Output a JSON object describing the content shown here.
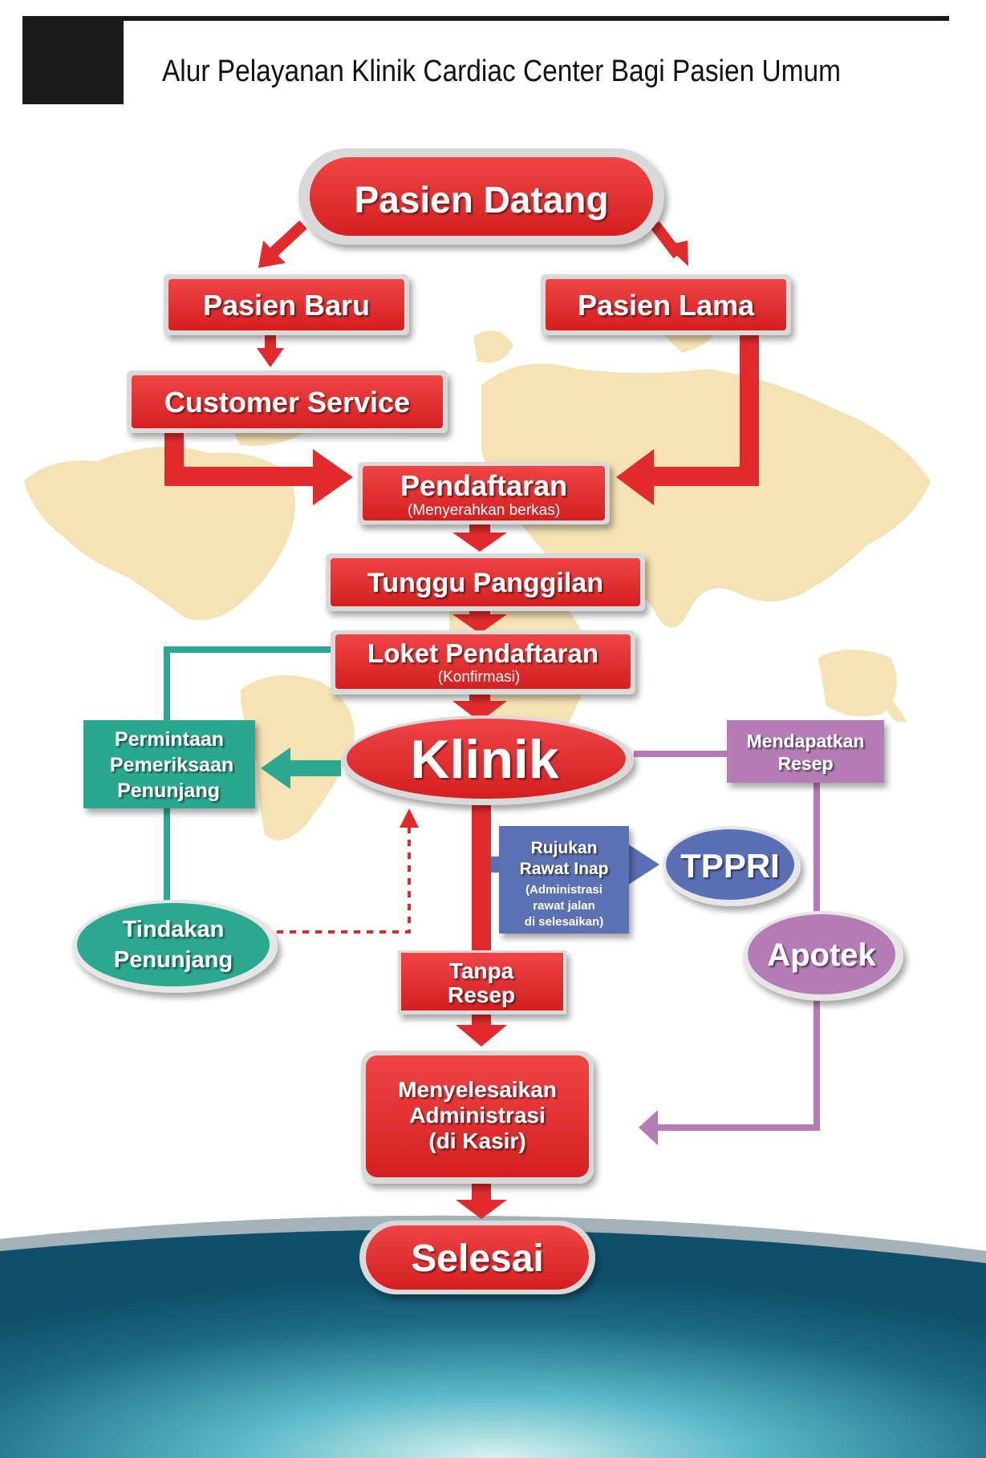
{
  "header": {
    "title": "Alur Pelayanan Klinik Cardiac Center Bagi Pasien Umum"
  },
  "nodes": {
    "pasien_datang": "Pasien Datang",
    "pasien_baru": "Pasien Baru",
    "pasien_lama": "Pasien Lama",
    "customer_service": "Customer Service",
    "pendaftaran": "Pendaftaran",
    "pendaftaran_sub": "(Menyerahkan berkas)",
    "tunggu_panggilan": "Tunggu Panggilan",
    "loket_pendaftaran": "Loket Pendaftaran",
    "loket_sub": "(Konfirmasi)",
    "klinik": "Klinik",
    "permintaan": [
      "Permintaan",
      "Pemeriksaan",
      "Penunjang"
    ],
    "tindakan": [
      "Tindakan",
      "Penunjang"
    ],
    "mendapatkan_resep": [
      "Mendapatkan",
      "Resep"
    ],
    "rujukan": [
      "Rujukan",
      "Rawat Inap"
    ],
    "rujukan_sub": [
      "(Administrasi",
      "rawat jalan",
      "di selesaikan)"
    ],
    "tppri": "TPPRI",
    "apotek": "Apotek",
    "tanpa_resep": [
      "Tanpa",
      "Resep"
    ],
    "menyelesaikan": [
      "Menyelesaikan",
      "Administrasi",
      "(di Kasir)"
    ],
    "selesai": "Selesai"
  },
  "colors": {
    "red": "#e12a2b",
    "teal": "#2ba88f",
    "purple": "#b57bb5",
    "blue": "#5b6fb4",
    "map": "#f6e3b5",
    "header_block": "#1a1a1a"
  }
}
